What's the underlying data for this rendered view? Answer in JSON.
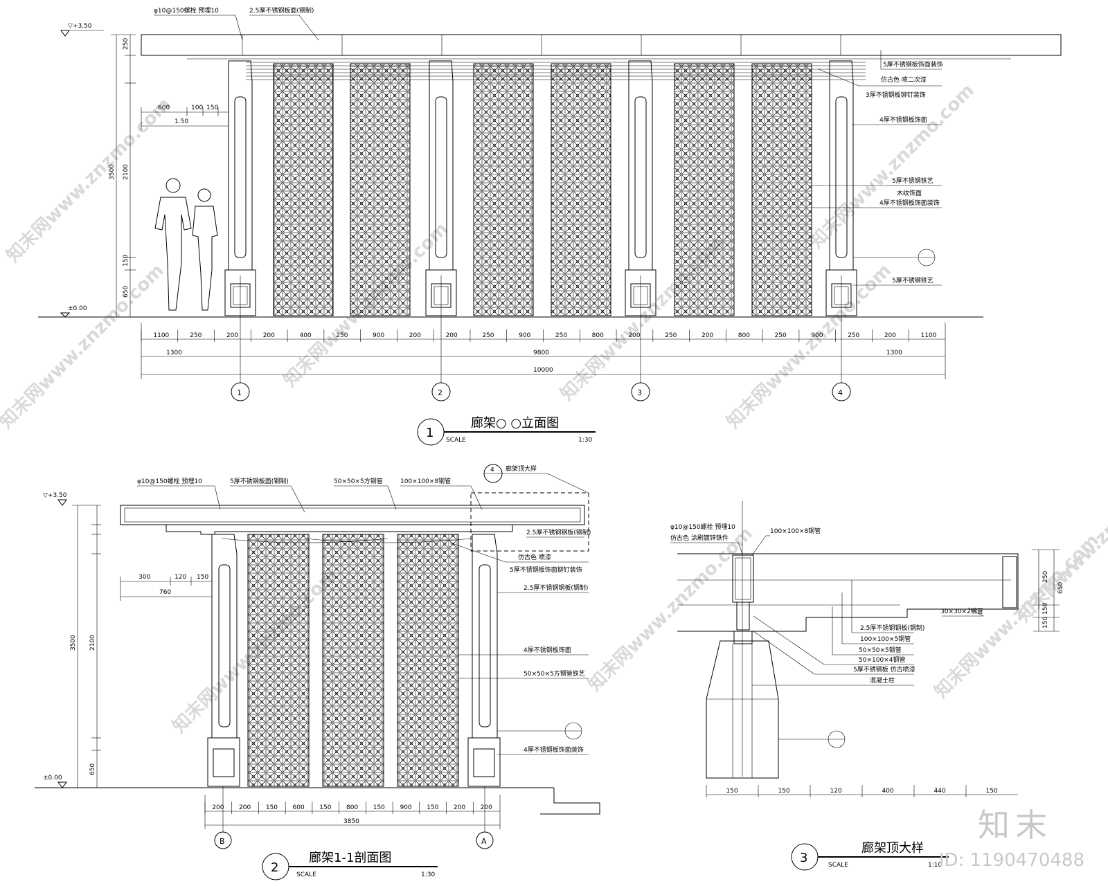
{
  "views": {
    "v1": {
      "no": "1",
      "title": "廊架○ ○立面图",
      "scale_label": "SCALE",
      "scale": "1:30"
    },
    "v2": {
      "no": "2",
      "title": "廊架1-1剖面图",
      "scale_label": "SCALE",
      "scale": "1:30"
    },
    "v3": {
      "no": "3",
      "title": "廊架顶大样",
      "scale_label": "SCALE",
      "scale": "1:10"
    }
  },
  "elevation": {
    "level_top": "▽+3.50",
    "level_bottom": "±0.00",
    "axes": [
      "1",
      "2",
      "3",
      "4"
    ],
    "dims_top": [
      "600",
      "100",
      "150",
      "1.50"
    ],
    "dims_bottom_row1": [
      "1100",
      "250",
      "200",
      "200",
      "400",
      "250",
      "900",
      "200",
      "200",
      "250",
      "900",
      "250",
      "800",
      "200",
      "250",
      "200",
      "800",
      "250",
      "900",
      "250",
      "200",
      "1100"
    ],
    "dims_bottom_row2": [
      "1300",
      "9800",
      "1300"
    ],
    "dims_total": "10000",
    "dims_vert": [
      "3500",
      "2100",
      "650",
      "150",
      "250"
    ],
    "notes_top": [
      "φ10@150螺栓 预埋10",
      "2.5厚不锈钢板面(钢制)"
    ],
    "notes_right": [
      "5厚不锈钢板饰面装饰",
      "仿古色 喷二次漆",
      "3厚不锈钢板铆钉装饰",
      "4厚不锈钢板饰面",
      "5厚不锈钢铁艺",
      "木纹饰面",
      "4厚不锈钢板饰面装饰",
      "5厚不锈钢铁艺"
    ]
  },
  "section": {
    "level_top": "▽+3.50",
    "level_bottom": "±0.00",
    "axes": [
      "B",
      "A"
    ],
    "dims_top": [
      "300",
      "120",
      "150",
      "760"
    ],
    "dims_bottom_row1": [
      "200",
      "200",
      "150",
      "600",
      "150",
      "800",
      "150",
      "900",
      "150",
      "200",
      "200"
    ],
    "dims_total": "3850",
    "callout_no": "4",
    "callout_text": "廊架顶大样",
    "notes": [
      "φ10@150螺栓 预埋10",
      "5厚不锈钢板面(钢制)",
      "50×50×5方钢管",
      "100×100×8钢管",
      "2.5厚不锈钢钢板(钢制)",
      "仿古色 喷漆",
      "5厚不锈钢板饰面铆钉装饰",
      "2.5厚不锈钢钢板(钢制)",
      "4厚不锈钢板饰面",
      "50×50×5方钢管铁艺",
      "4厚不锈钢板饰面装饰"
    ]
  },
  "detail": {
    "notes_left": [
      "φ10@150螺栓 预埋10",
      "仿古色 涂刷镀锌铁件"
    ],
    "notes": [
      "100×100×8钢管",
      "2.5厚不锈钢钢板(钢制)",
      "100×100×5钢管",
      "50×50×5钢管",
      "50×100×4钢管",
      "5厚不锈钢板 仿古喷漆",
      "混凝土柱",
      "30×30×2钢管"
    ],
    "dims_bottom": [
      "150",
      "150",
      "120",
      "400",
      "440",
      "150"
    ],
    "dims_right": [
      "250",
      "650",
      "150",
      "150"
    ]
  },
  "brand": {
    "logo": "知末",
    "id": "ID: 1190470488",
    "watermark": "知末网www.znzmo.com"
  }
}
